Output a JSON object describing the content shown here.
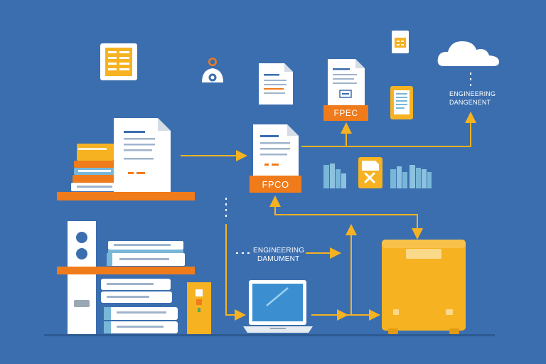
{
  "diagram": {
    "badges": {
      "center": "FPCO",
      "top": "FPEC"
    },
    "labels": {
      "top_right_line1": "ENGINEERING",
      "top_right_line2": "DANGENENT",
      "middle_line1": "ENGINEERING",
      "middle_line2": "DAMUMENT"
    }
  },
  "colors": {
    "background": "#3b6eaf",
    "orange": "#f07b1a",
    "yellow": "#f6b221",
    "teal": "#78b7d8",
    "paper": "#ffffff"
  },
  "icons": [
    "spreadsheet-icon",
    "user-icon",
    "cloud-icon",
    "tablet-icon",
    "document-icon",
    "laptop-icon",
    "server-cabinet-icon",
    "bar-chart-icon",
    "error-file-icon"
  ]
}
